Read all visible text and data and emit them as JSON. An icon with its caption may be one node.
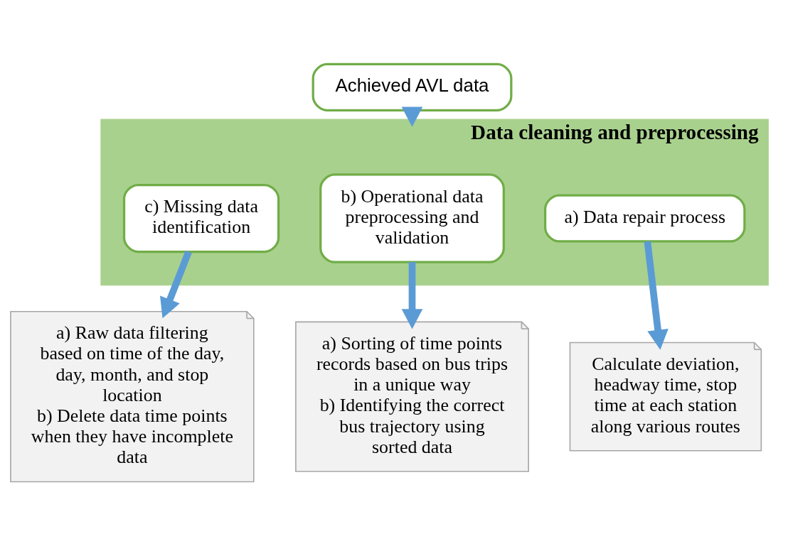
{
  "diagram": {
    "nodes": [
      {
        "text": [
          "Achieved AVL data"
        ]
      },
      {
        "text": [
          "Data cleaning and preprocessing"
        ]
      },
      {
        "text": [
          "c) Missing data identification"
        ],
        "in": 1
      },
      {
        "text": [
          "b) Operational data preprocessing and validation"
        ],
        "in": 1
      },
      {
        "text": [
          "a) Data repair process"
        ],
        "in": 1
      },
      {
        "text": [
          "a) Raw data filtering based on time of the day, day, month, and stop location",
          "b) Delete data time points when they have incomplete data"
        ]
      },
      {
        "text": [
          "a) Sorting of time points records based on bus trips in a unique way",
          "b) Identifying the correct bus trajectory using sorted data"
        ]
      },
      {
        "text": [
          "Calculate deviation, headway time, stop time at each station along various routes"
        ]
      }
    ],
    "edges": [
      {
        "from": 0,
        "to": 1,
        "arrow": "to"
      },
      {
        "from": 2,
        "to": 5,
        "arrow": "to"
      },
      {
        "from": 3,
        "to": 6,
        "arrow": "to"
      },
      {
        "from": 4,
        "to": 7,
        "arrow": "to"
      }
    ]
  }
}
